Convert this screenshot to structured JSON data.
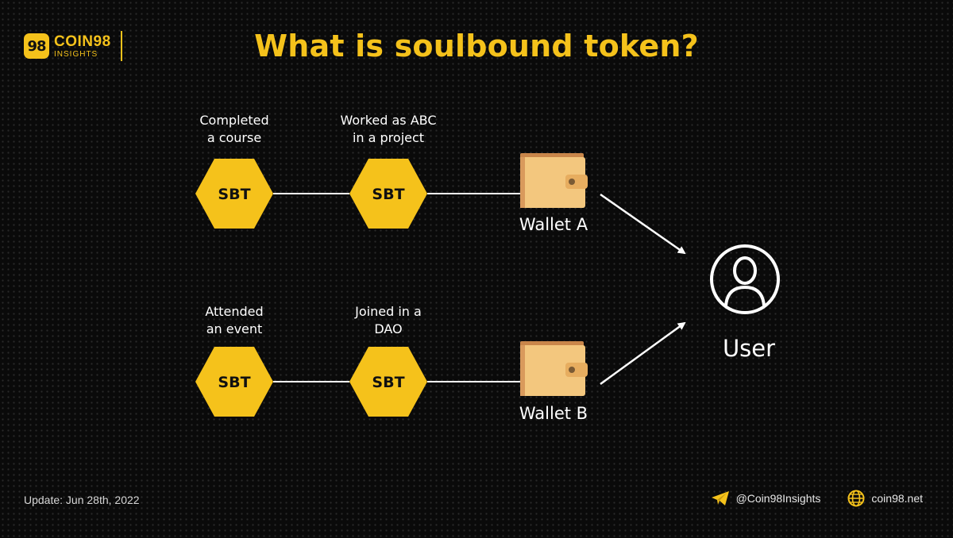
{
  "header": {
    "logo_badge": "98",
    "logo_name": "COIN98",
    "logo_sub": "INSIGHTS",
    "title": "What is soulbound token?"
  },
  "diagram": {
    "token_label": "SBT",
    "rows": [
      {
        "captions": [
          [
            "Completed",
            "a course"
          ],
          [
            "Worked as ABC",
            "in a project"
          ]
        ],
        "wallet": "Wallet A"
      },
      {
        "captions": [
          [
            "Attended",
            "an event"
          ],
          [
            "Joined in a",
            "DAO"
          ]
        ],
        "wallet": "Wallet B"
      }
    ],
    "user_label": "User"
  },
  "footer": {
    "update": "Update: Jun 28th, 2022",
    "telegram": "@Coin98Insights",
    "website": "coin98.net"
  },
  "colors": {
    "accent": "#f5c21b",
    "wallet": "#f3c77e",
    "background": "#0a0a0a"
  }
}
